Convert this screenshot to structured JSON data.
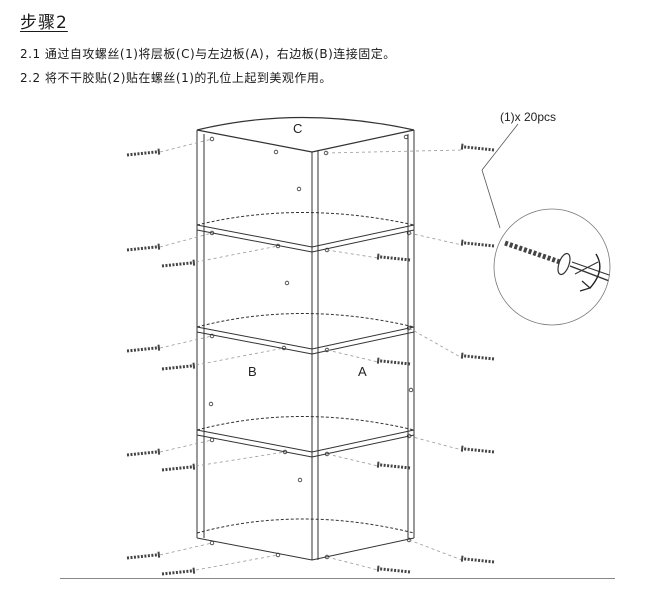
{
  "title": "步骤2",
  "steps": [
    "2.1 通过自攻螺丝(1)将层板(C)与左边板(A)，右边板(B)连接固定。",
    "2.2 将不干胶贴(2)贴在螺丝(1)的孔位上起到美观作用。"
  ],
  "diagram": {
    "label_top_shelf": "C",
    "label_left_panel": "B",
    "label_right_panel": "A",
    "screw_callout": "(1)x 20pcs"
  }
}
